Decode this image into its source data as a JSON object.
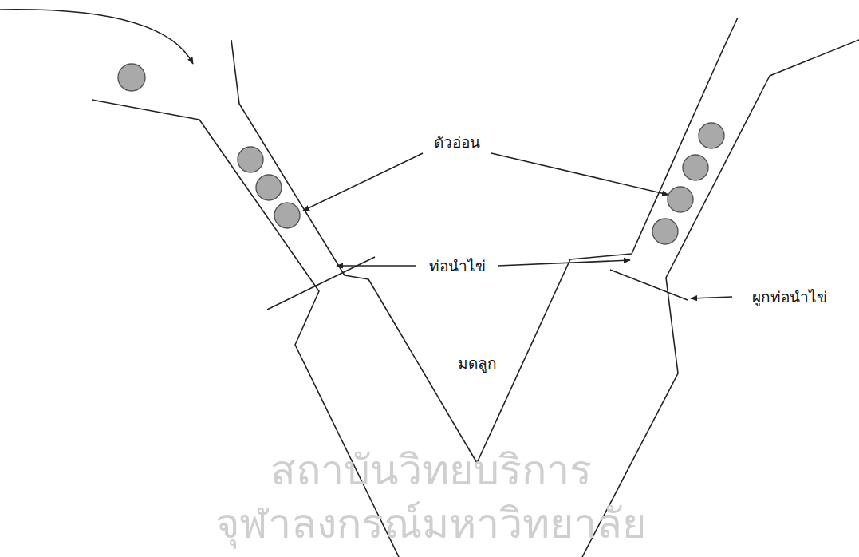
{
  "diagram": {
    "labels": [
      "ตัวอ่อน",
      "ท่อนำไข่",
      "ผูกท่อนำไข่",
      "มดลูก",
      "สถาบันวิทยบริการ",
      "จุฬาลงกรณ์มหาวิทยาลัย"
    ]
  }
}
